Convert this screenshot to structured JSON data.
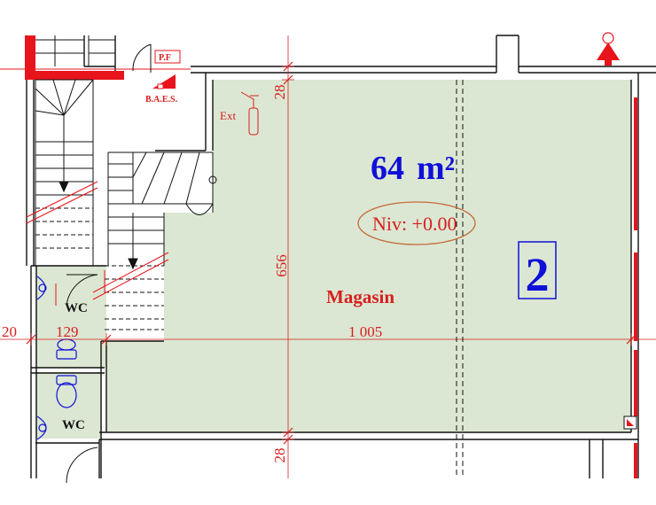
{
  "room": {
    "area_number": "64",
    "area_unit": "m²",
    "level": "Niv: +0.00",
    "name": "Magasin",
    "number": "2",
    "fill_color": "#dbe7d2"
  },
  "wc_labels": [
    "WC",
    "WC"
  ],
  "dimensions": {
    "top_setback": "28",
    "bottom_setback": "28",
    "room_depth": "656",
    "room_width": "1 005",
    "wc_width": "129",
    "left_wall": "20"
  },
  "symbols": {
    "fire_extinguisher_label": "Ext",
    "fire_door_label": "P.F",
    "emergency_light_label": "B.A.E.S."
  },
  "colors": {
    "wall_red": "#e8141b",
    "dimension_red": "#d81f1f",
    "annotation_blue": "#1010d8",
    "line_black": "#111111"
  }
}
